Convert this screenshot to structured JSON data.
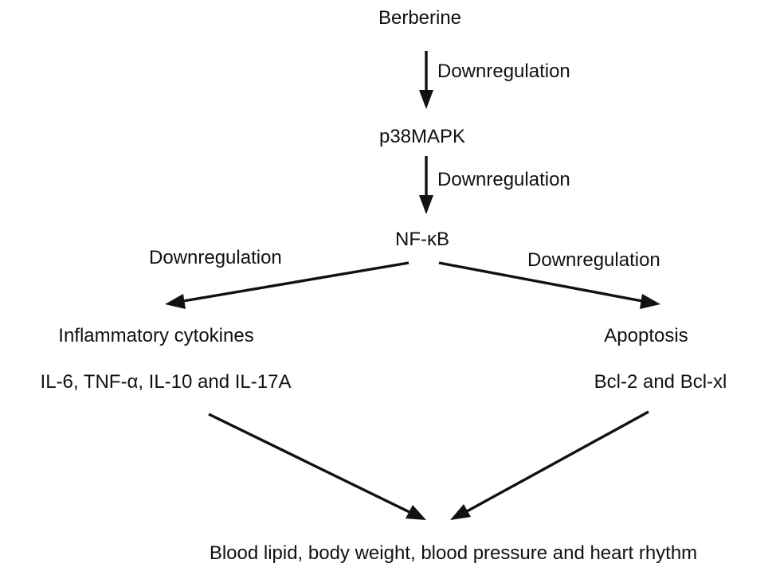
{
  "nodes": {
    "berberine": "Berberine",
    "p38mapk": "p38MAPK",
    "nfkb": "NF-κB",
    "inflammatory_cytokines": "Inflammatory cytokines",
    "cytokine_list": "IL-6, TNF-α, IL-10 and IL-17A",
    "apoptosis": "Apoptosis",
    "apoptosis_list": "Bcl-2 and Bcl-xl",
    "outcome": "Blood lipid, body weight, blood pressure and heart rhythm"
  },
  "edges": {
    "berberine_to_p38": "Downregulation",
    "p38_to_nfkb": "Downregulation",
    "nfkb_to_cytokines": "Downregulation",
    "nfkb_to_apoptosis": "Downregulation"
  },
  "colors": {
    "ink": "#111111",
    "background": "#ffffff"
  }
}
